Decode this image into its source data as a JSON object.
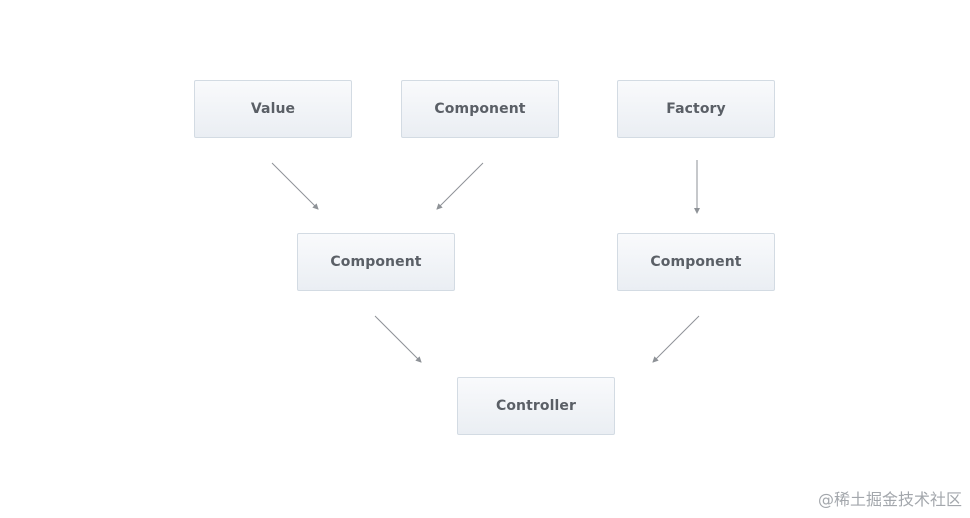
{
  "diagram": {
    "nodes": [
      {
        "id": "value",
        "label": "Value"
      },
      {
        "id": "component_top",
        "label": "Component"
      },
      {
        "id": "factory",
        "label": "Factory"
      },
      {
        "id": "component_mid_left",
        "label": "Component"
      },
      {
        "id": "component_mid_right",
        "label": "Component"
      },
      {
        "id": "controller",
        "label": "Controller"
      }
    ],
    "edges": [
      {
        "from": "value",
        "to": "component_mid_left"
      },
      {
        "from": "component_top",
        "to": "component_mid_left"
      },
      {
        "from": "factory",
        "to": "component_mid_right"
      },
      {
        "from": "component_mid_left",
        "to": "controller"
      },
      {
        "from": "component_mid_right",
        "to": "controller"
      }
    ],
    "edge_color": "#8e9297",
    "node_border_color": "#d3dbe3",
    "node_text_color": "#5a5f66"
  },
  "watermark": "@稀土掘金技术社区"
}
